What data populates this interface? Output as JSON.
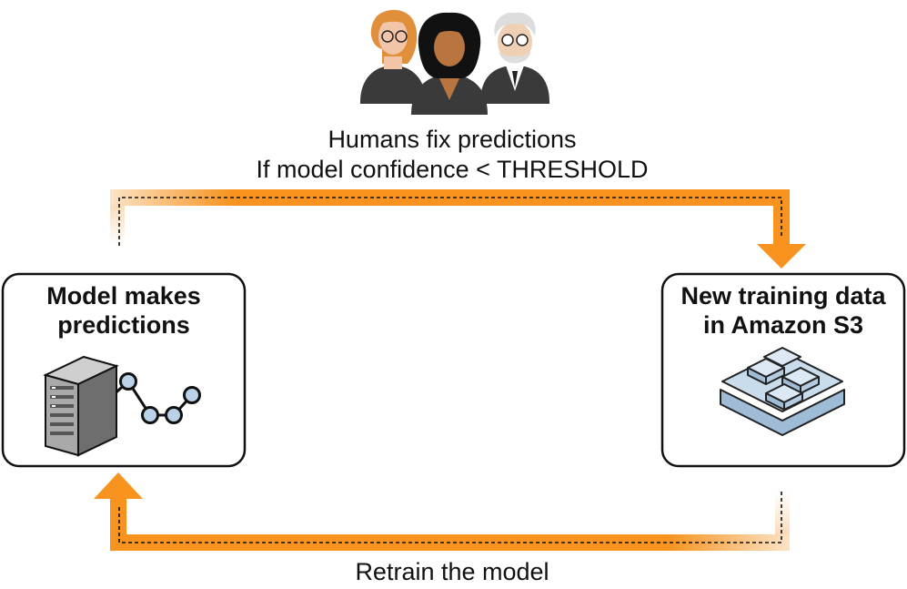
{
  "diagram": {
    "top_caption": {
      "line1": "Humans fix predictions",
      "line2": "If model confidence < THRESHOLD"
    },
    "left_box": {
      "line1": "Model makes",
      "line2": "predictions",
      "icon": "server-network-icon"
    },
    "right_box": {
      "line1": "New training data",
      "line2": "in Amazon S3",
      "icon": "s3-bucket-icon"
    },
    "bottom_caption": "Retrain the model",
    "people_icon": "people-group-icon",
    "colors": {
      "arrow": "#f7931e",
      "arrow_faded": "#fbe3c7",
      "box_border": "#111111",
      "s3_fill": "#c9dcec",
      "s3_stroke": "#222222",
      "node_fill": "#b9d2e8",
      "skin_1": "#f2c5a8",
      "hair_1": "#e0903a",
      "skin_2": "#b8753f",
      "hair_2": "#111111",
      "skin_3": "#f0d0b4",
      "hair_3": "#dddddd",
      "suit": "#3a3a3a"
    }
  }
}
